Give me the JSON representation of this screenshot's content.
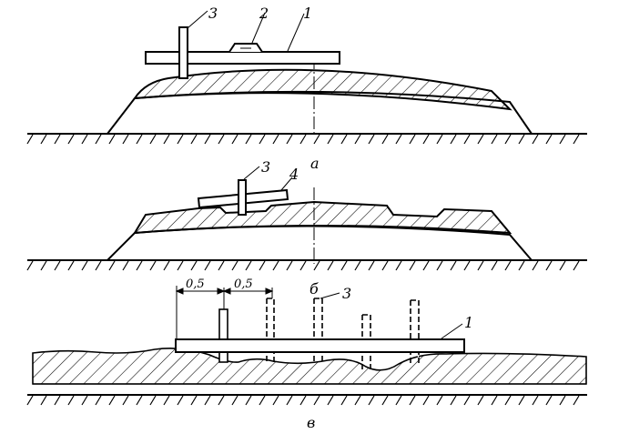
{
  "figure": {
    "panels": [
      {
        "id": "a",
        "caption": "а",
        "labels": {
          "l1": "1",
          "l2": "2",
          "l3": "3"
        }
      },
      {
        "id": "b",
        "caption": "б",
        "labels": {
          "l3": "3",
          "l4": "4"
        }
      },
      {
        "id": "v",
        "caption": "в",
        "labels": {
          "l1": "1",
          "l3": "3"
        },
        "dimensions": [
          "0,5",
          "0,5"
        ]
      }
    ]
  }
}
